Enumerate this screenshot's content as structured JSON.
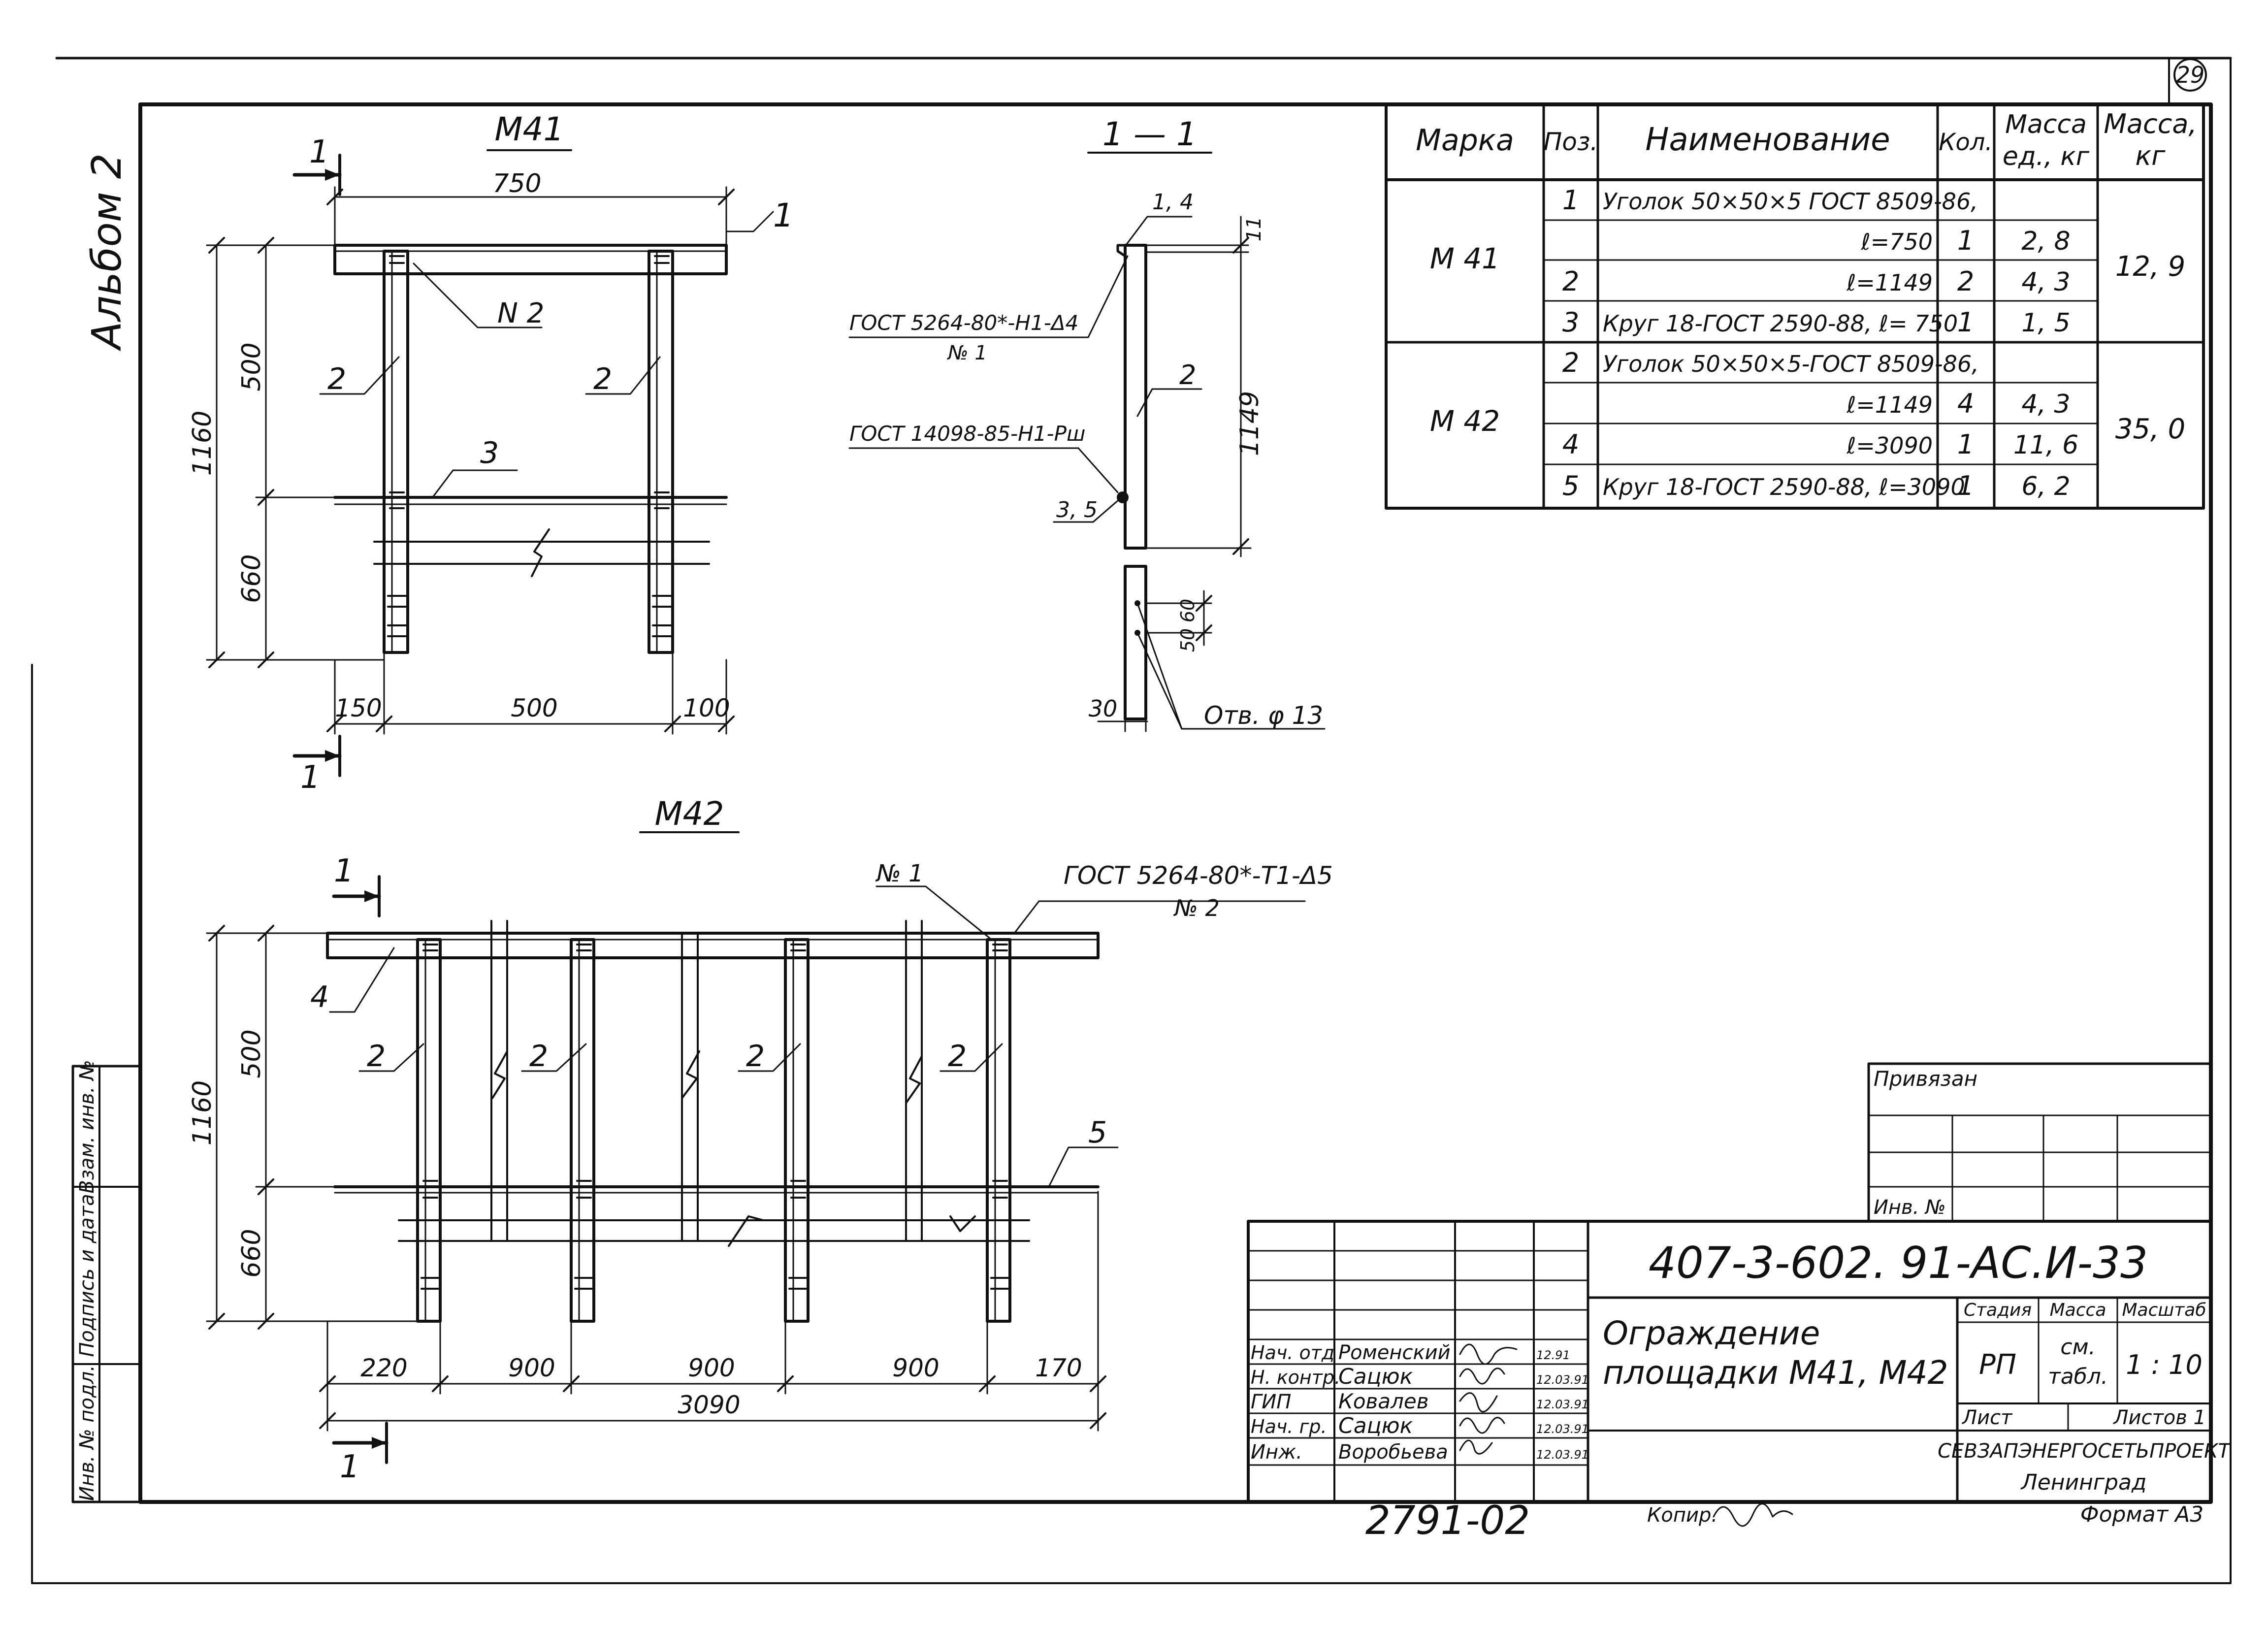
{
  "page_number": "29",
  "album": "Альбом 2",
  "views": {
    "m41": {
      "title": "М41",
      "section_mark": "1",
      "dims": {
        "top": "750",
        "h_upper": "500",
        "h_total": "1160",
        "h_lower": "660",
        "b1": "150",
        "b2": "500",
        "b3": "100"
      },
      "callouts": {
        "p1": "1",
        "p2a": "2",
        "p2b": "2",
        "p3": "3",
        "weld": "N 2"
      }
    },
    "section": {
      "title": "1 — 1",
      "weld1": "ГОСТ 5264-80*-Н1-Δ4",
      "weld1_no": "№ 1",
      "weld2": "ГОСТ 14098-85-Н1-Рш",
      "pos_14": "1, 4",
      "pos_35": "3, 5",
      "pos_2": "2",
      "dim_11": "11",
      "dim_1149": "1149",
      "dim_50": "50",
      "dim_60": "60",
      "dim_30": "30",
      "hole": "Отв. φ 13"
    },
    "m42": {
      "title": "М42",
      "section_mark": "1",
      "weld": "ГОСТ 5264-80*-Т1-Δ5",
      "weld_no": "№ 2",
      "weld1_no": "№ 1",
      "dims": {
        "h_upper": "500",
        "h_total": "1160",
        "h_lower": "660",
        "b1": "220",
        "b2": "900",
        "b3": "900",
        "b4": "900",
        "b5": "170",
        "total": "3090"
      },
      "callouts": {
        "p4": "4",
        "p5": "5",
        "p2a": "2",
        "p2b": "2",
        "p2c": "2",
        "p2d": "2"
      }
    }
  },
  "spec_table": {
    "headers": {
      "mark": "Марка",
      "pos": "Поз.",
      "name": "Наименование",
      "qty": "Кол.",
      "mass_unit_1": "Масса",
      "mass_unit_2": "ед., кг",
      "mass_1": "Масса,",
      "mass_2": "кг"
    },
    "m41": {
      "mark": "М 41",
      "mass": "12, 9",
      "rows": [
        {
          "pos": "1",
          "name": "Уголок 50×50×5 ГОСТ 8509-86,",
          "qty": "",
          "unit": ""
        },
        {
          "pos": "",
          "name": "ℓ=750",
          "qty": "1",
          "unit": "2, 8"
        },
        {
          "pos": "2",
          "name": "ℓ=1149",
          "qty": "2",
          "unit": "4, 3"
        },
        {
          "pos": "3",
          "name": "Круг 18-ГОСТ 2590-88, ℓ= 750",
          "qty": "1",
          "unit": "1, 5"
        }
      ]
    },
    "m42": {
      "mark": "М 42",
      "mass": "35, 0",
      "rows": [
        {
          "pos": "2",
          "name": "Уголок 50×50×5-ГОСТ 8509-86,",
          "qty": "",
          "unit": ""
        },
        {
          "pos": "",
          "name": "ℓ=1149",
          "qty": "4",
          "unit": "4, 3"
        },
        {
          "pos": "4",
          "name": "ℓ=3090",
          "qty": "1",
          "unit": "11, 6"
        },
        {
          "pos": "5",
          "name": "Круг 18-ГОСТ 2590-88, ℓ=3090",
          "qty": "1",
          "unit": "6, 2"
        }
      ]
    }
  },
  "title_block": {
    "privyazan": "Привязан",
    "inv_no": "Инв. №",
    "code": "407-3-602. 91-АС.И-33",
    "title_1": "Ограждение",
    "title_2": "площадки М41, М42",
    "stadiya_label": "Стадия",
    "massa_label": "Масса",
    "masshtab_label": "Масштаб",
    "stadiya": "РП",
    "massa_1": "см.",
    "massa_2": "табл.",
    "masshtab": "1 : 10",
    "list_label": "Лист",
    "listov_label": "Листов 1",
    "org_1": "СЕВЗАПЭНЕРГОСЕТЬПРОЕКТ",
    "org_2": "Ленинград",
    "format": "Формат А3",
    "copy": "Копир.",
    "archive": "2791-02",
    "signers": [
      {
        "role": "Нач. отд",
        "name": "Роменский",
        "date": "12.91"
      },
      {
        "role": "Н. контр.",
        "name": "Сацюк",
        "date": "12.03.91"
      },
      {
        "role": "ГИП",
        "name": "Ковалев",
        "date": "12.03.91"
      },
      {
        "role": "Нач. гр.",
        "name": "Сацюк",
        "date": "12.03.91"
      },
      {
        "role": "Инж.",
        "name": "Воробьева",
        "date": "12.03.91"
      }
    ]
  },
  "side_stamp": {
    "c1": "Инв. № подл.",
    "c2": "Подпись и дата",
    "c3": "Взам. инв. №"
  }
}
